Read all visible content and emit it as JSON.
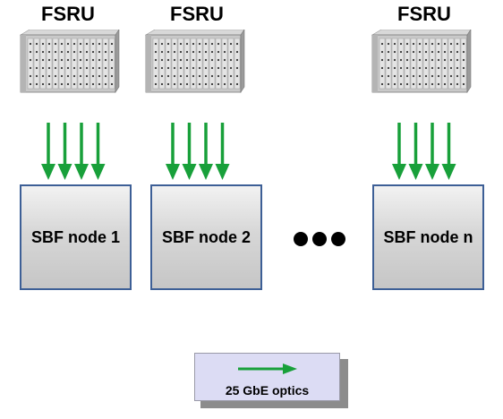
{
  "fsru_units": [
    {
      "label": "FSRU"
    },
    {
      "label": "FSRU"
    },
    {
      "label": "FSRU"
    }
  ],
  "nodes": [
    {
      "label": "SBF node 1"
    },
    {
      "label": "SBF node 2"
    },
    {
      "label": "SBF node n"
    }
  ],
  "legend": {
    "label": "25 GbE optics"
  },
  "colors": {
    "arrow": "#18a03a",
    "node_border": "#3d5f96",
    "legend_bg": "#dcdcf4"
  },
  "icons": {
    "rack": "rack-server-icon",
    "link": "arrow-down-icon",
    "ellipsis": "ellipsis-icon"
  }
}
